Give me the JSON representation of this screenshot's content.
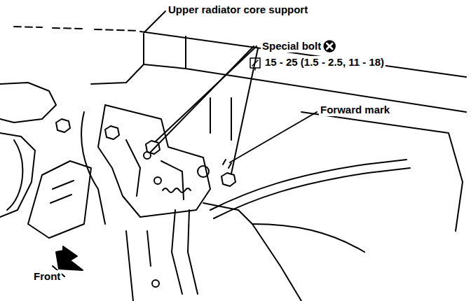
{
  "diagram": {
    "labels": [
      "Upper radiator core support",
      "Special bolt",
      "15 - 25 (1.5 - 2.5, 11 - 18)",
      "Forward mark",
      "Front"
    ]
  }
}
